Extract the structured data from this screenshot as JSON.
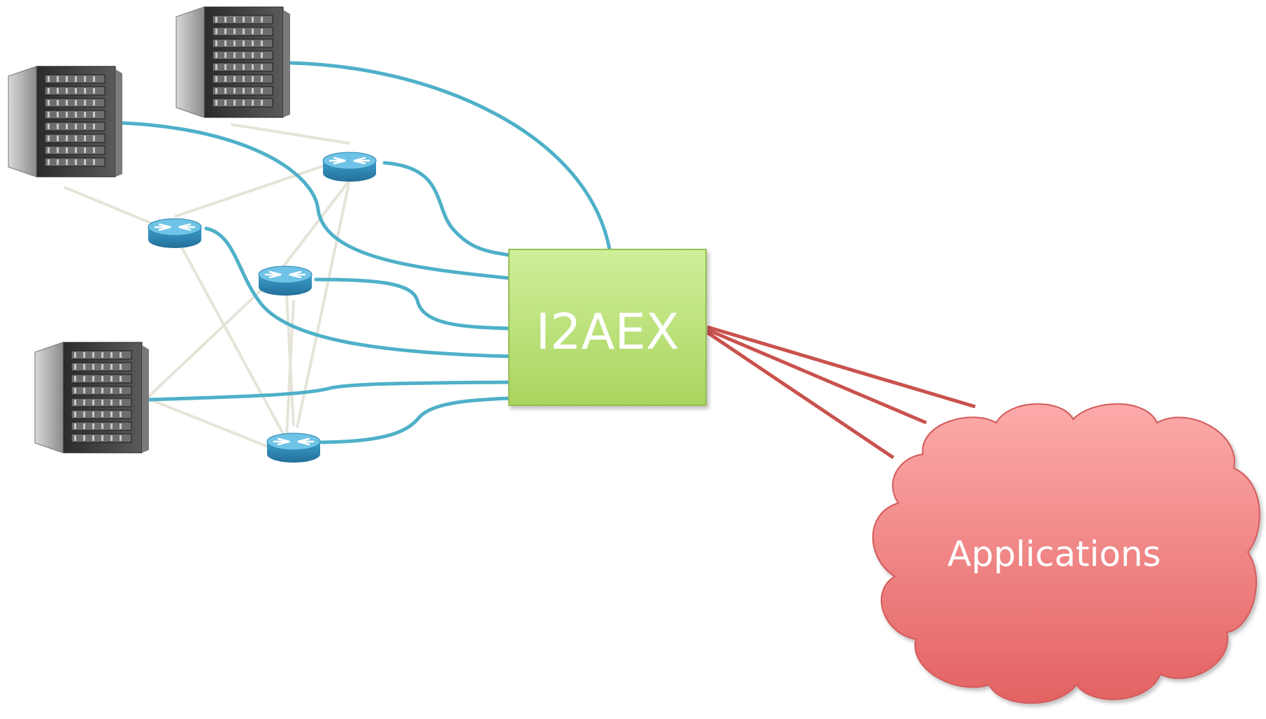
{
  "diagram": {
    "hub": {
      "label": "I2AEX",
      "fill_top": "#cfef9a",
      "fill_bottom": "#a9d45e",
      "stroke": "#96bf52"
    },
    "cloud": {
      "label": "Applications",
      "fill_top": "#fdaaaa",
      "fill_bottom": "#e36262",
      "stroke": "#d45a5a"
    },
    "colors": {
      "hub_link": "#4eb0c8",
      "mesh_link": "#e6e4d8",
      "app_link": "#c9524e",
      "router_body": "#2f8fbd",
      "router_top": "#6fc3e6",
      "server_body": "#3a3a3a",
      "server_door": "#b8b8b8"
    },
    "servers": [
      {
        "id": "server-1",
        "name": "server-rack"
      },
      {
        "id": "server-2",
        "name": "server-rack"
      },
      {
        "id": "server-3",
        "name": "server-rack"
      }
    ],
    "routers": [
      {
        "id": "router-1",
        "name": "router"
      },
      {
        "id": "router-2",
        "name": "router"
      },
      {
        "id": "router-3",
        "name": "router"
      },
      {
        "id": "router-4",
        "name": "router"
      }
    ]
  }
}
